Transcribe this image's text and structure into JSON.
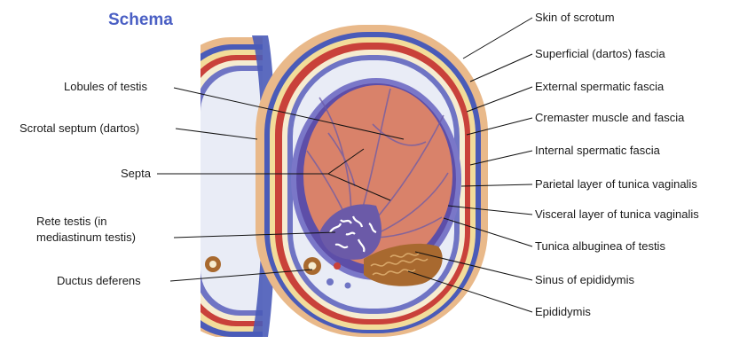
{
  "title": "Schema",
  "labels_left": {
    "lobules": "Lobules of testis",
    "scrotal_septum": "Scrotal septum (dartos)",
    "septa": "Septa",
    "rete_line1": "Rete testis (in",
    "rete_line2": "mediastinum testis)",
    "ductus": "Ductus deferens"
  },
  "labels_right": {
    "skin": "Skin of scrotum",
    "superficial": "Superficial (dartos) fascia",
    "external": "External spermatic fascia",
    "cremaster": "Cremaster muscle and fascia",
    "internal": "Internal spermatic fascia",
    "parietal": "Parietal layer of tunica vaginalis",
    "visceral": "Visceral layer of tunica vaginalis",
    "albuginea": "Tunica albuginea of testis",
    "sinus": "Sinus of epididymis",
    "epididymis": "Epididymis"
  },
  "colors": {
    "title": "#4a5fc4",
    "skin": "#e9b98a",
    "dartos": "#4a5bb8",
    "external_fascia": "#f2dc9a",
    "cremaster": "#c9413a",
    "internal_fascia": "#f6ecd0",
    "vaginalis": "#6f74c4",
    "cavity": "#e9ecf6",
    "albuginea": "#5d4ea8",
    "testis": "#d9826a",
    "epididymis": "#a8692f"
  }
}
